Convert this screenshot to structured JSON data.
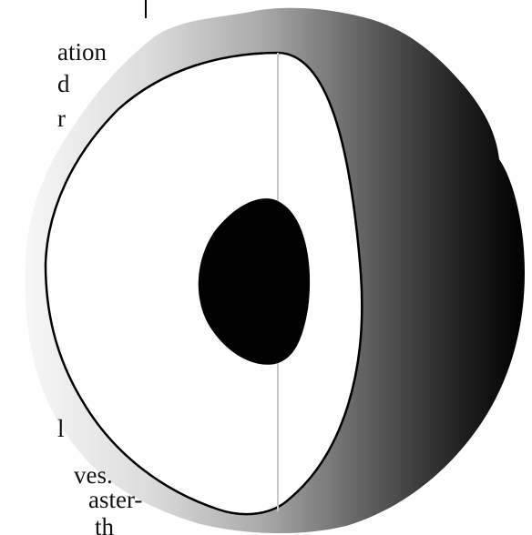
{
  "text_fragments": [
    "ation",
    "d",
    "r",
    "l",
    "ves.",
    "aster-",
    "th"
  ],
  "colors": {
    "background": "#ffffff",
    "outer_layer_light": "#f2f2f2",
    "outer_layer_dark": "#000000",
    "inner_layer_fill": "#ffffff",
    "inner_layer_outline": "#000000",
    "core_fill": "#000000",
    "axis_line": "#c8c8c8",
    "text": "#111111"
  }
}
